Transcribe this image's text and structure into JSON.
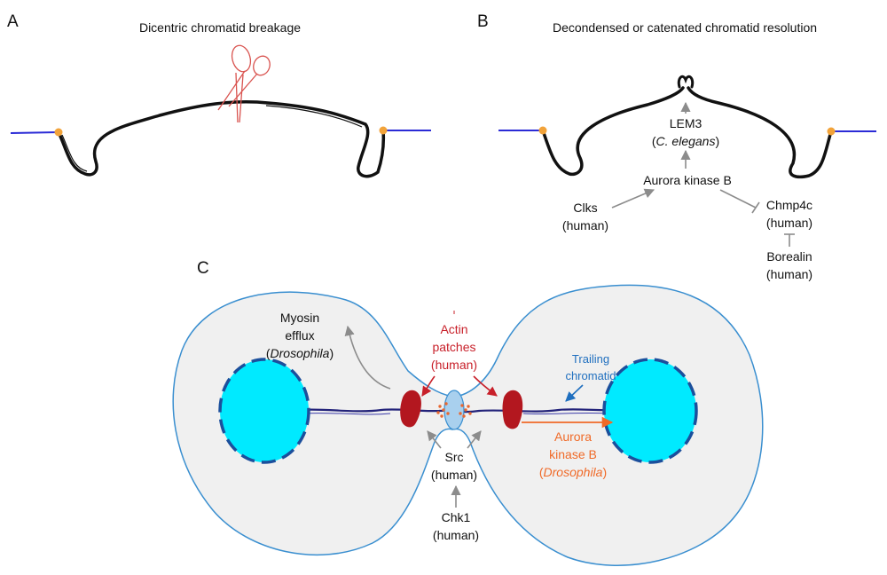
{
  "panels": {
    "a": {
      "letter": "A",
      "title": "Dicentric chromatid breakage"
    },
    "b": {
      "letter": "B",
      "title": "Decondensed or catenated chromatid resolution",
      "lem3": "LEM3",
      "lem3_open": "(",
      "lem3_species": "C. elegans",
      "lem3_close": ")",
      "aurora": "Aurora kinase B",
      "clks": "Clks",
      "clks_species": "(human)",
      "chmp4c": "Chmp4c",
      "chmp4c_species": "(human)",
      "borealin": "Borealin",
      "borealin_species": "(human)"
    },
    "c": {
      "letter": "C",
      "myosin_1": "Myosin",
      "myosin_2": "efflux",
      "myosin_open": "(",
      "myosin_species": "Drosophila",
      "myosin_close": ")",
      "actin_1": "Actin",
      "actin_2": "patches",
      "actin_3": "(human)",
      "trailing_1": "Trailing",
      "trailing_2": "chromatid",
      "src_1": "Src",
      "src_2": "(human)",
      "chk1_1": "Chk1",
      "chk1_2": "(human)",
      "aurora_1": "Aurora",
      "aurora_2": "kinase B",
      "aurora_open": "(",
      "aurora_species": "Drosophila",
      "aurora_close": ")"
    }
  },
  "colors": {
    "chromatid": "#111111",
    "spindle_line": "#2b2bd6",
    "centromere": "#f2a33a",
    "scissors": "#d9534f",
    "arrow_gray": "#8c8c8c",
    "cell_fill": "#f0f0f0",
    "cell_outline": "#3a8fd0",
    "nucleus": "#00eaff",
    "nucleus_border": "#1b4f9c",
    "actin": "#b3171f",
    "trailing_label": "#1f6fbf",
    "aurora_arrow": "#f06a28",
    "actin_label": "#c8202a"
  }
}
